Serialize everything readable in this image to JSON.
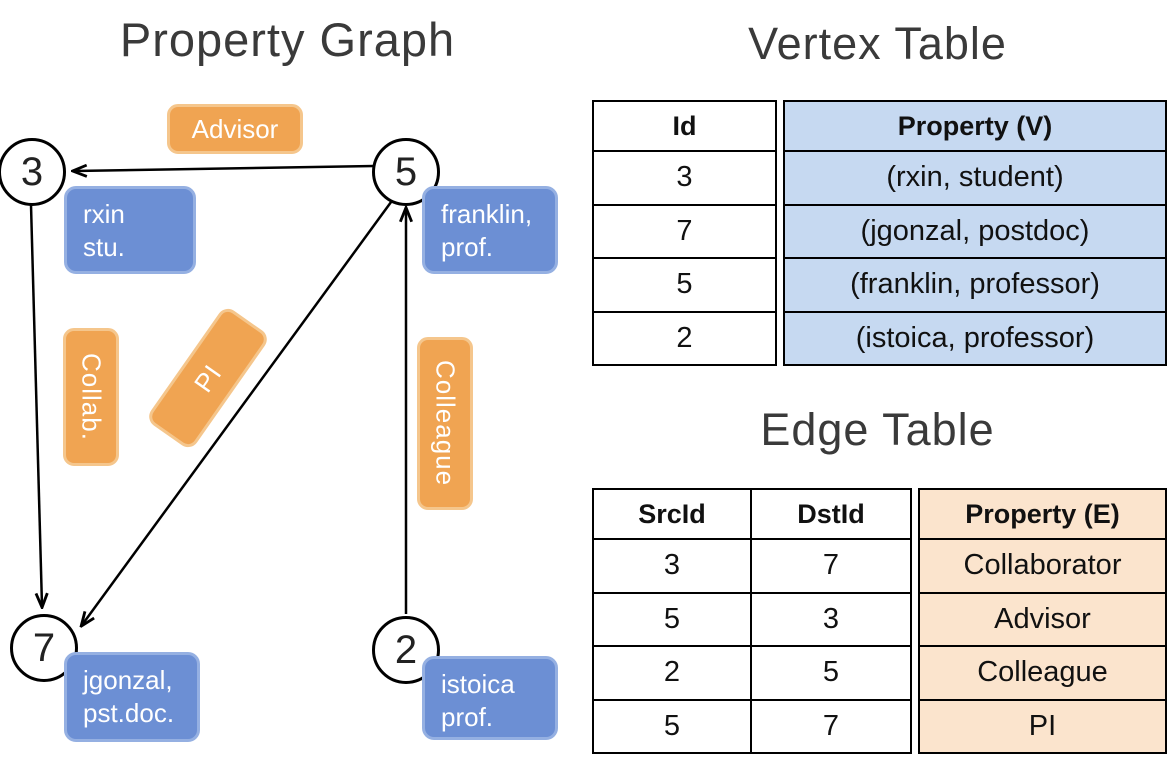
{
  "graph": {
    "title": "Property Graph",
    "nodes": [
      {
        "id": "3",
        "label_lines": [
          "rxin",
          "stu."
        ]
      },
      {
        "id": "5",
        "label_lines": [
          "franklin,",
          "prof."
        ]
      },
      {
        "id": "7",
        "label_lines": [
          "jgonzal,",
          "pst.doc."
        ]
      },
      {
        "id": "2",
        "label_lines": [
          "istoica",
          "prof."
        ]
      }
    ],
    "edges": [
      {
        "label": "Advisor",
        "from": "5",
        "to": "3"
      },
      {
        "label": "Collab.",
        "from": "3",
        "to": "7"
      },
      {
        "label": "PI",
        "from": "5",
        "to": "7"
      },
      {
        "label": "Colleague",
        "from": "2",
        "to": "5"
      }
    ]
  },
  "vertex_table": {
    "title": "Vertex Table",
    "headers": [
      "Id",
      "Property (V)"
    ],
    "rows": [
      [
        "3",
        "(rxin, student)"
      ],
      [
        "7",
        "(jgonzal, postdoc)"
      ],
      [
        "5",
        "(franklin, professor)"
      ],
      [
        "2",
        "(istoica, professor)"
      ]
    ]
  },
  "edge_table": {
    "title": "Edge Table",
    "headers": [
      "SrcId",
      "DstId",
      "Property (E)"
    ],
    "rows": [
      [
        "3",
        "7",
        "Collaborator"
      ],
      [
        "5",
        "3",
        "Advisor"
      ],
      [
        "2",
        "5",
        "Colleague"
      ],
      [
        "5",
        "7",
        "PI"
      ]
    ]
  },
  "colors": {
    "blue-box": "#6c8fd4",
    "blue-border": "#95b0e2",
    "orange-box": "#f0a452",
    "orange-border": "#f5c68c",
    "blue-cell": "#c6d9f1",
    "orange-cell": "#fbe4cd"
  }
}
